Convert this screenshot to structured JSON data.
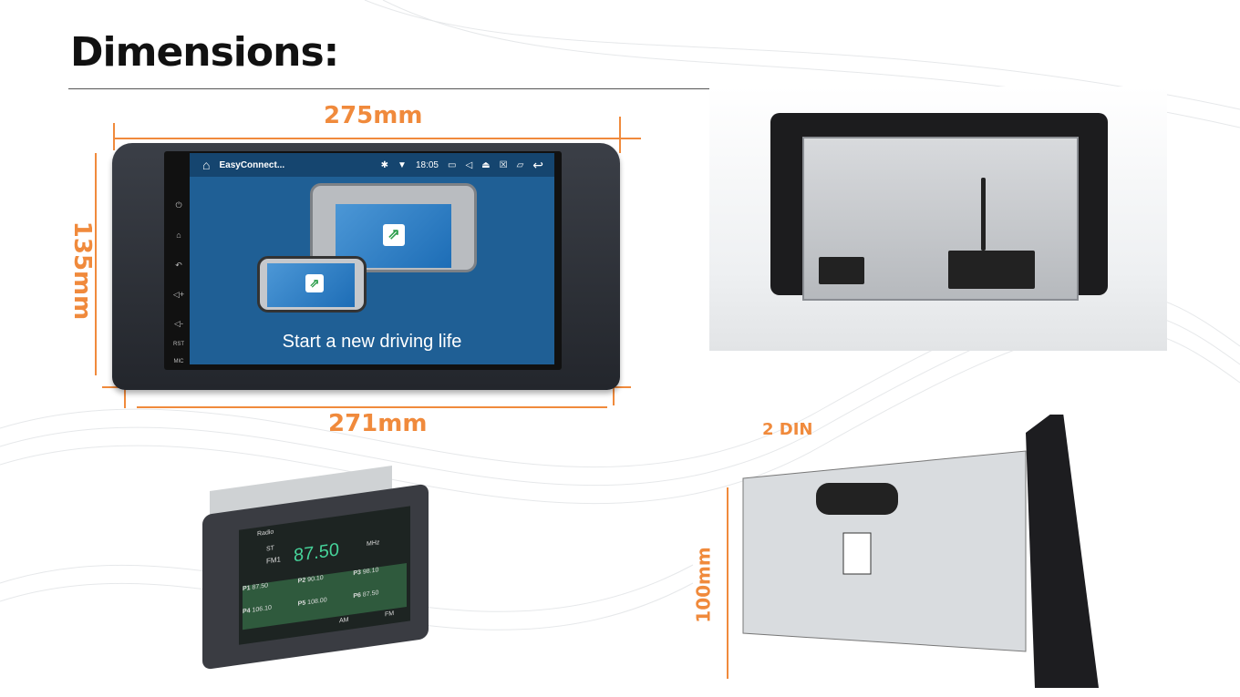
{
  "title": "Dimensions:",
  "dimensions": {
    "top_width": "275mm",
    "height": "135mm",
    "bottom_width": "271mm",
    "din_label": "2 DIN",
    "din_height": "100mm"
  },
  "front_unit": {
    "status_bar": {
      "app_title": "EasyConnect...",
      "time": "18:05",
      "icons": [
        "home-icon",
        "bluetooth-icon",
        "wifi-icon",
        "screen-icon",
        "volume-icon",
        "eject-icon",
        "close-window-icon",
        "window-icon",
        "back-icon"
      ]
    },
    "side_buttons": [
      "⏻",
      "⌂",
      "↶",
      "◁+",
      "◁-",
      "RST",
      "MIC"
    ],
    "slogan": "Start a new driving life"
  },
  "radio_unit": {
    "app": "Radio",
    "frequency": "87.50",
    "unit": "MHz",
    "stereo": "ST",
    "band": "FM1",
    "presets": [
      {
        "p": "P1",
        "f": "87.50"
      },
      {
        "p": "P2",
        "f": "90.10"
      },
      {
        "p": "P3",
        "f": "98.10"
      },
      {
        "p": "P4",
        "f": "106.10"
      },
      {
        "p": "P5",
        "f": "108.00"
      },
      {
        "p": "P6",
        "f": "87.50"
      }
    ],
    "bands": [
      "AM",
      "FM"
    ]
  },
  "colors": {
    "accent": "#f08a3c",
    "screen": "#1f5f95"
  }
}
